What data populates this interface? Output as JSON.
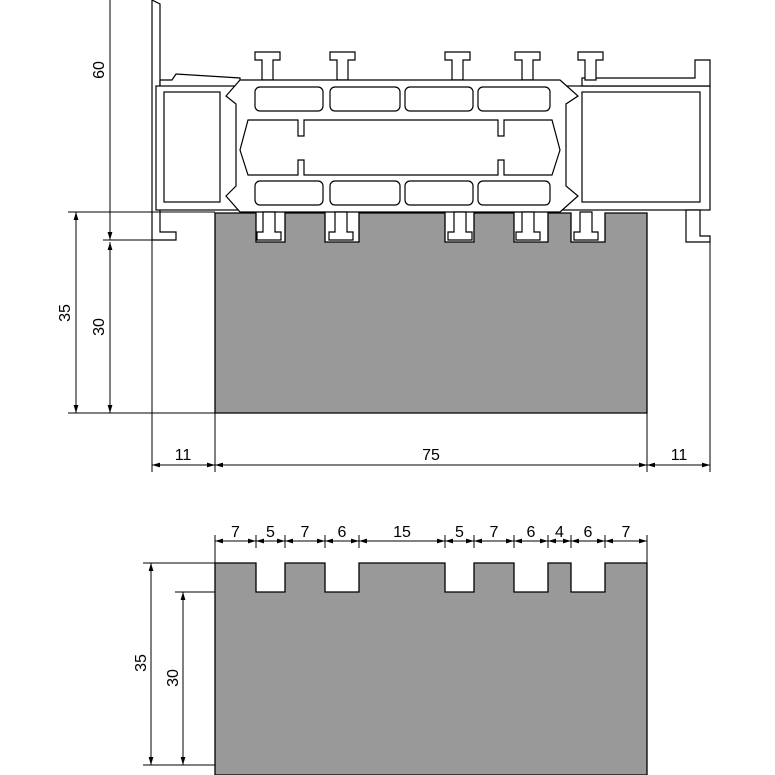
{
  "colors": {
    "gasket_fill": "#999999",
    "line": "#000000",
    "background": "#ffffff"
  },
  "top_view": {
    "dim_frame_height": "60",
    "dim_total_height": "35",
    "dim_gasket_body_height": "30",
    "dim_left_offset": "11",
    "dim_width": "75",
    "dim_right_offset": "11"
  },
  "bottom_view": {
    "dim_total_height": "35",
    "dim_body_height": "30",
    "segments": [
      "7",
      "5",
      "7",
      "6",
      "15",
      "5",
      "7",
      "6",
      "4",
      "6",
      "7"
    ]
  }
}
